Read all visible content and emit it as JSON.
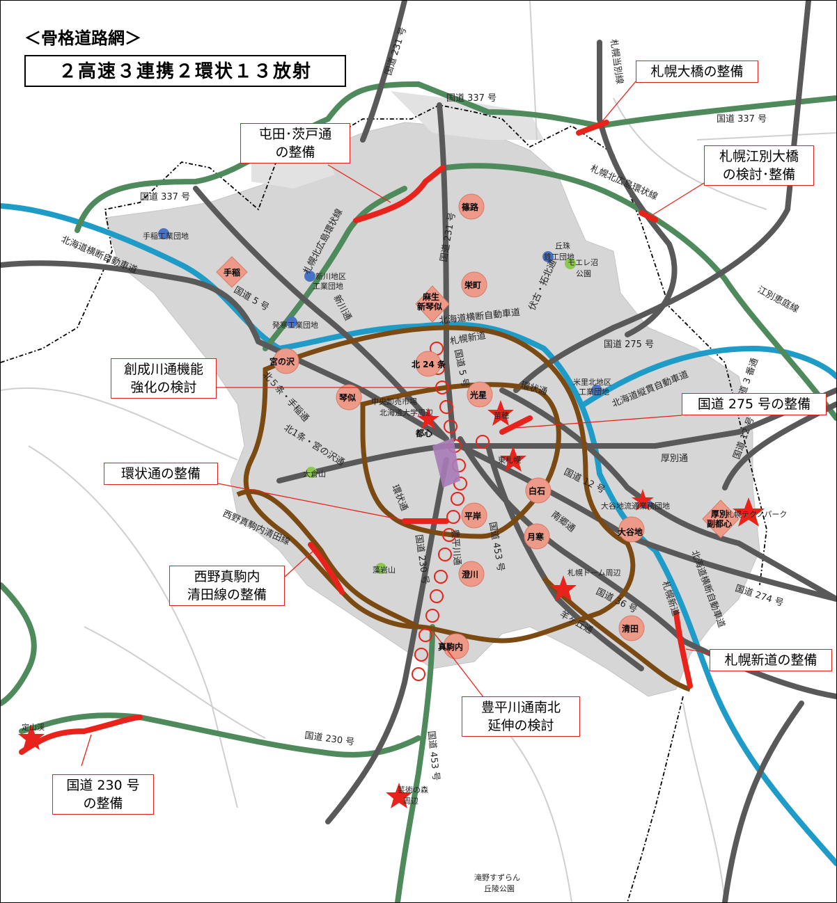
{
  "header": {
    "title": "＜骨格道路網＞",
    "subtitle": "２高速３連携２環状１３放射"
  },
  "projects": {
    "sapporo_ohashi": "札幌大橋の整備",
    "tonden_line1": "屯田･茨戸通",
    "tonden_line2": "の整備",
    "ebetsu_line1": "札幌江別大橋",
    "ebetsu_line2": "の検討･整備",
    "soseigawa_line1": "創成川通機能",
    "soseigawa_line2": "強化の検討",
    "r275": "国道 275 号の整備",
    "kanjo": "環状通の整備",
    "nishino_line1": "西野真駒内",
    "nishino_line2": "清田線の整備",
    "shindo": "札幌新道の整備",
    "toyohira_line1": "豊平川通南北",
    "toyohira_line2": "延伸の検討",
    "r230_line1": "国道 230 号",
    "r230_line2": "の整備"
  },
  "roads": {
    "r231_top": "国道 231 号",
    "r337_top": "国道 337 号",
    "r337_right": "国道 337 号",
    "r337_left": "国道 337 号",
    "sapporotobetsu": "札幌当別線",
    "kitahiroshima_ring": "札幌北広島環状線",
    "kitahiroshima_ring_w": "札幌北広島環状線",
    "r231_mid": "国道 231 号",
    "hokkaido_oudan_w": "北海道横断自動車道",
    "hokkaido_oudan_n": "北海道横断自動車道",
    "r5_w": "国道 5 号",
    "shinkawa": "新川通",
    "fushiko_takuhoku": "伏古・拓北通",
    "ebetsu_keitei": "江別恵庭線",
    "r275": "国道 275 号",
    "sapporo_shindo_n": "札幌新道",
    "kanjo_n": "環状通",
    "r5_c": "国道 5 号",
    "kita5_teine": "北５条・手稲通",
    "kita1_miyanosawa": "北1条・宮の沢通",
    "jukan": "北海道縦貫自動車道",
    "r12": "国道 12 号",
    "atsubetsu": "厚別通",
    "nango": "南郷通",
    "kanjo_w": "環状通",
    "nishino_makomanai": "西野真駒内清田線",
    "r230_c": "国道 230 号",
    "toyohiragawa": "豊平川通",
    "r453": "国道 453 号",
    "r36": "国道 36 号",
    "hitsujigaoka": "羊ヶ丘通",
    "sapporo_shindo_s": "札幌新道",
    "hokkaido_oudan_e": "北海道横断自動車道",
    "r274": "国道 274 号",
    "r230_s": "国道 230 号",
    "r453_s": "国道 453 号",
    "r12_e": "国道 12 号",
    "r_e13": "道道 3 番通"
  },
  "places": {
    "teine_industrial": "手稲工業団地",
    "shinkawa_ind_1": "新川地区",
    "shinkawa_ind_2": "工業団地",
    "hassamu_ind": "発寒工業団地",
    "oka_tamagoya_1": "丘珠",
    "oka_tamagoya_2": "鉄工団地",
    "moerenuma_1": "モエレ沼",
    "moerenuma_2": "公園",
    "chuo_market": "中央卸売市場",
    "hokudai": "北海道大学周辺",
    "naebo": "苗穂",
    "higashi_sapporo": "東札幌",
    "maruyama": "大倉山",
    "moiwa": "藻岩山",
    "yonesato_1": "米里北地区",
    "yonesato_2": "工業団地",
    "otani_logistics": "大谷地流通業務団地",
    "techno_park": "札幌テクノパーク",
    "dome": "札幌ドーム周辺",
    "jozankei": "定山渓",
    "geijutsu_1": "芸術の森",
    "geijutsu_2": "周辺",
    "takino_1": "滝野すずらん",
    "takino_2": "丘陵公園"
  },
  "centers": {
    "shinoro": "篠路",
    "sakaemachi": "栄町",
    "teine": "手稲",
    "azabu_1": "麻生",
    "azabu_2": "新琴似",
    "miyanosawa": "宮の沢",
    "kita24": "北 24 条",
    "kotoni": "琴似",
    "kosei": "光星",
    "toshin": "都心",
    "shiroishi": "白石",
    "hiragishi": "平岸",
    "tsukisamu": "月寒",
    "sumikawa": "澄川",
    "makomanai": "真駒内",
    "kiyota": "清田",
    "otanichi": "大谷地",
    "atsubetsu_1": "厚別",
    "atsubetsu_2": "副都心"
  },
  "colors": {
    "expressway": "#1e9bc7",
    "link": "#4e8a5c",
    "ring": "#7a4a12",
    "radial": "#595959",
    "project": "#e8231b",
    "urban": "#d9d9d9",
    "center": "#ee9a88"
  }
}
